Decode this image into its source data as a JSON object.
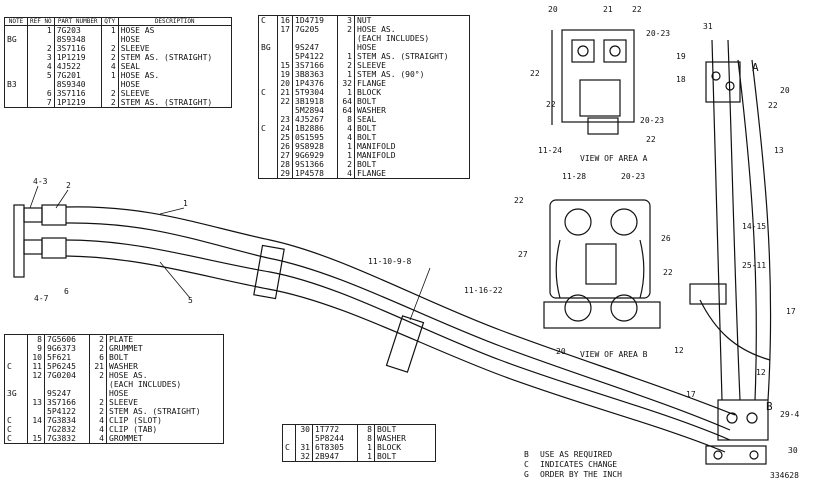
{
  "table1": {
    "headers": [
      "NOTE",
      "REF NO",
      "PART NUMBER",
      "QTY",
      "DESCRIPTION"
    ],
    "rows": [
      [
        "",
        "1",
        "7G203",
        "1",
        "HOSE AS"
      ],
      [
        "BG",
        "",
        "8S9348",
        "",
        "HOSE"
      ],
      [
        "",
        "2",
        "3S7116",
        "2",
        "SLEEVE"
      ],
      [
        "",
        "3",
        "1P1219",
        "2",
        "STEM AS. (STRAIGHT)"
      ],
      [
        "",
        "4",
        "4J522",
        "4",
        "SEAL"
      ],
      [
        "",
        "5",
        "7G201",
        "1",
        "HOSE AS."
      ],
      [
        "B3",
        "",
        "8S9340",
        "",
        "HOSE"
      ],
      [
        "",
        "6",
        "3S7116",
        "2",
        "SLEEVE"
      ],
      [
        "",
        "7",
        "1P1219",
        "2",
        "STEM AS. (STRAIGHT)"
      ]
    ]
  },
  "table2": {
    "rows": [
      [
        "C",
        "16",
        "1D4719",
        "3",
        "NUT"
      ],
      [
        "",
        "17",
        "7G205",
        "2",
        "HOSE AS."
      ],
      [
        "",
        "",
        "",
        "",
        "(EACH INCLUDES)"
      ],
      [
        "BG",
        "",
        "9S247",
        "",
        "HOSE"
      ],
      [
        "",
        "",
        "5P4122",
        "1",
        "STEM AS. (STRAIGHT)"
      ],
      [
        "",
        "15",
        "3S7166",
        "2",
        "SLEEVE"
      ],
      [
        "",
        "19",
        "3B8363",
        "1",
        "STEM AS. (90°)"
      ],
      [
        "",
        "20",
        "1P4376",
        "32",
        "FLANGE"
      ],
      [
        "C",
        "21",
        "5T9304",
        "1",
        "BLOCK"
      ],
      [
        "",
        "22",
        "3B1918",
        "64",
        "BOLT"
      ],
      [
        "",
        "",
        "5M2894",
        "64",
        "WASHER"
      ],
      [
        "",
        "23",
        "4J5267",
        "8",
        "SEAL"
      ],
      [
        "C",
        "24",
        "1B2886",
        "4",
        "BOLT"
      ],
      [
        "",
        "25",
        "0S1595",
        "4",
        "BOLT"
      ],
      [
        "",
        "26",
        "9S8928",
        "1",
        "MANIFOLD"
      ],
      [
        "",
        "27",
        "9G6929",
        "1",
        "MANIFOLD"
      ],
      [
        "",
        "28",
        "9S1366",
        "2",
        "BOLT"
      ],
      [
        "",
        "29",
        "1P4578",
        "4",
        "FLANGE"
      ]
    ]
  },
  "table3": {
    "rows": [
      [
        "",
        "8",
        "7G5606",
        "2",
        "PLATE"
      ],
      [
        "",
        "9",
        "9G6373",
        "2",
        "GRUMMET"
      ],
      [
        "",
        "10",
        "5F621",
        "6",
        "BOLT"
      ],
      [
        "C",
        "11",
        "5P6245",
        "21",
        "WASHER"
      ],
      [
        "",
        "12",
        "7G0204",
        "2",
        "HOSE AS."
      ],
      [
        "",
        "",
        "",
        "",
        "(EACH INCLUDES)"
      ],
      [
        "3G",
        "",
        "9S247",
        "",
        "HOSE"
      ],
      [
        "",
        "13",
        "3S7166",
        "2",
        "SLEEVE"
      ],
      [
        "",
        "",
        "5P4122",
        "2",
        "STEM AS. (STRAIGHT)"
      ],
      [
        "C",
        "14",
        "7G3834",
        "4",
        "CLIP (SLOT)"
      ],
      [
        "C",
        "",
        "7G2832",
        "4",
        "CLIP (TAB)"
      ],
      [
        "C",
        "15",
        "7G3832",
        "4",
        "GROMMET"
      ]
    ]
  },
  "table4": {
    "rows": [
      [
        "",
        "30",
        "1T772",
        "8",
        "BOLT"
      ],
      [
        "",
        "",
        "5P8244",
        "8",
        "WASHER"
      ],
      [
        "C",
        "31",
        "6T8305",
        "1",
        "BLOCK"
      ],
      [
        "",
        "32",
        "2B947",
        "1",
        "BOLT"
      ]
    ]
  },
  "legend": [
    {
      "key": "B",
      "text": "USE AS REQUIRED"
    },
    {
      "key": "C",
      "text": "INDICATES CHANGE"
    },
    {
      "key": "G",
      "text": "ORDER BY THE INCH"
    }
  ],
  "captions": {
    "view_a": "VIEW OF AREA A",
    "view_b": "VIEW OF AREA B",
    "code": "334628"
  },
  "callouts": {
    "c4_3": "4-3",
    "c2a": "2",
    "c1": "1",
    "c4_7": "4-7",
    "c6": "6",
    "c5": "5",
    "c11_10_9_8": "11-10-9-8",
    "c20a": "20",
    "c21": "21",
    "c22a": "22",
    "c20_23a": "20-23",
    "c22b": "22",
    "c22c": "22",
    "c20_23b": "20-23",
    "c11_24": "11-24",
    "c11_28": "11-28",
    "c20_23c": "20-23",
    "c22d": "22",
    "c26": "26",
    "c27": "27",
    "c22e": "22",
    "c11_16_22": "11-16-22",
    "c20b": "20",
    "c31": "31",
    "c19": "19",
    "cA": "A",
    "c18": "18",
    "c20c": "20",
    "c22f": "22",
    "c13": "13",
    "c14_15": "14-15",
    "c25_11": "25-11",
    "c17a": "17",
    "c12a": "12",
    "c12b": "12",
    "c17b": "17",
    "cB": "B",
    "c29_4": "29-4",
    "c30": "30"
  }
}
